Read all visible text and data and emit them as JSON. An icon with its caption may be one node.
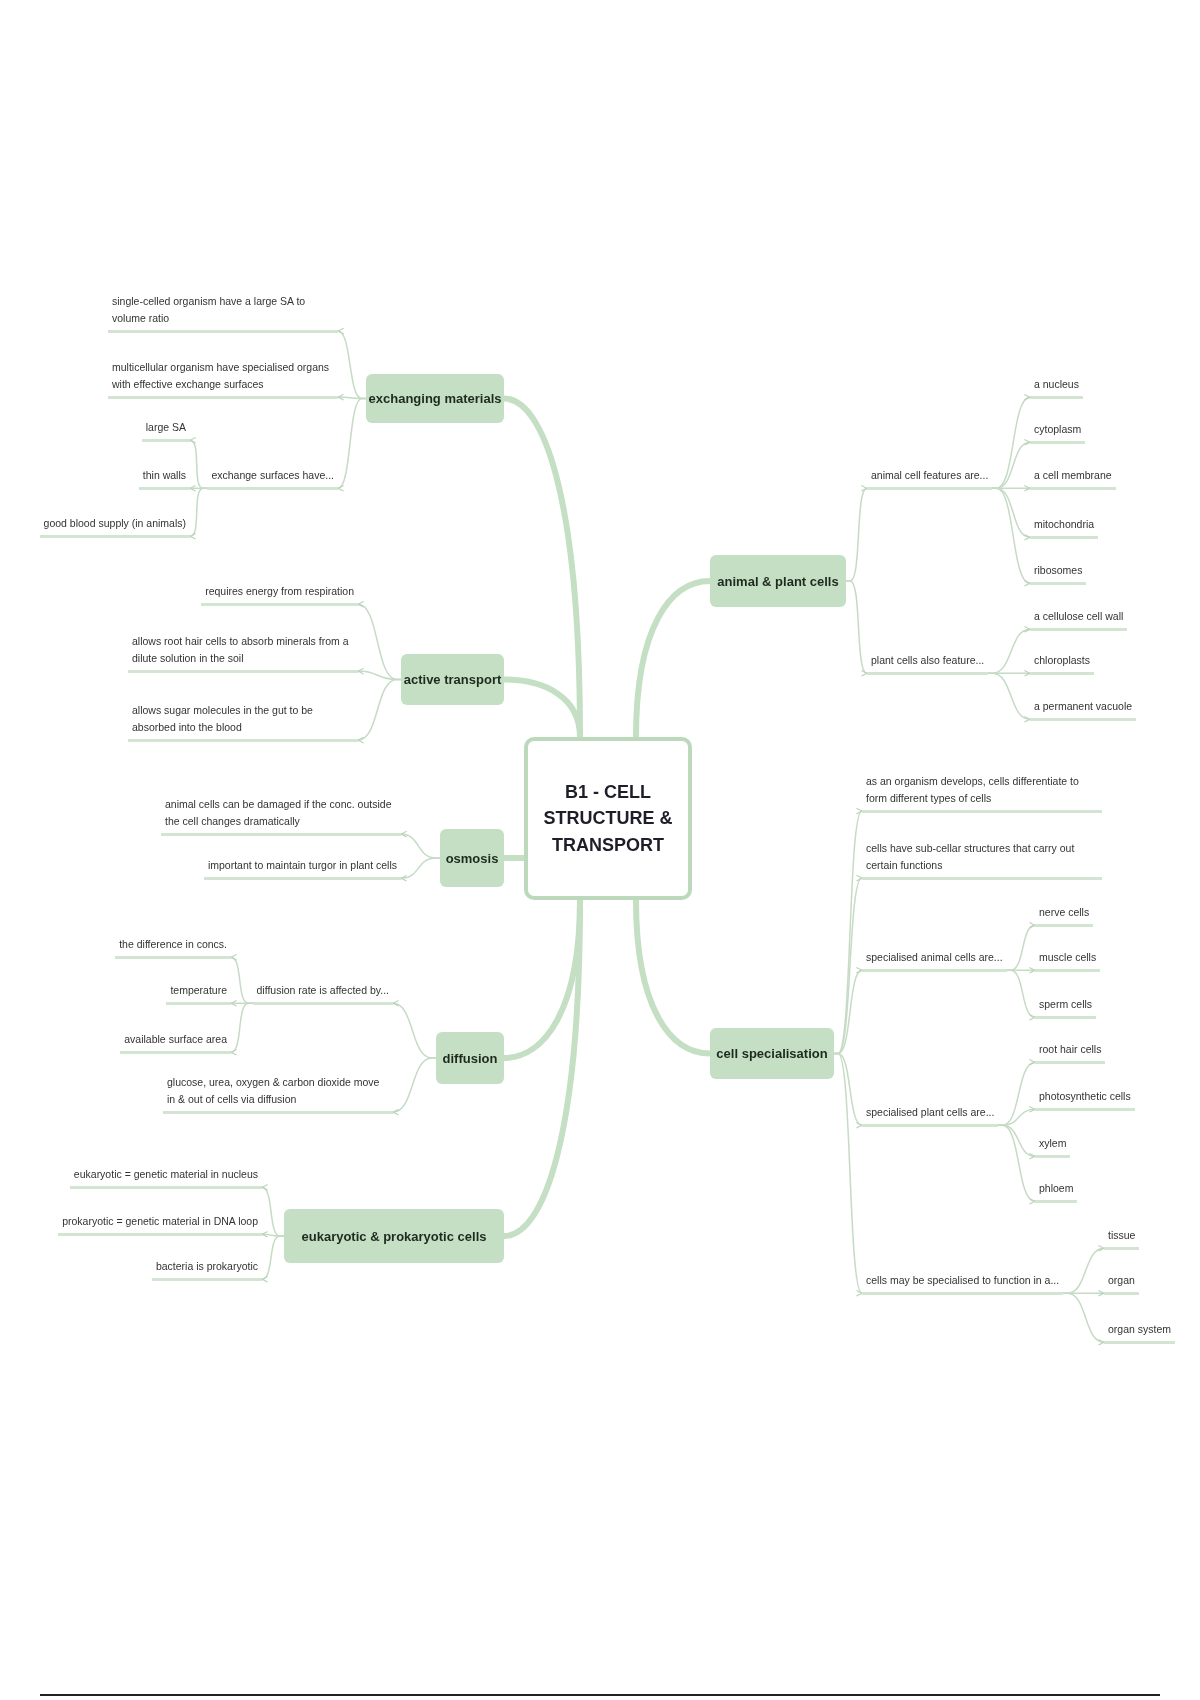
{
  "diagram": {
    "nodes": [
      {
        "text": [
          "B1 - CELL STRUCTURE & TRANSPORT"
        ]
      },
      {
        "text": [
          "exchanging materials"
        ]
      },
      {
        "text": [
          "single-celled organism have a large SA to volume ratio"
        ]
      },
      {
        "text": [
          "multicellular organism have specialised organs with effective exchange surfaces"
        ]
      },
      {
        "text": [
          "exchange surfaces have..."
        ]
      },
      {
        "text": [
          "large SA"
        ]
      },
      {
        "text": [
          "thin walls"
        ]
      },
      {
        "text": [
          "good blood supply (in animals)"
        ]
      },
      {
        "text": [
          "active transport"
        ]
      },
      {
        "text": [
          "requires energy from respiration"
        ]
      },
      {
        "text": [
          "allows root hair cells to absorb minerals from a dilute solution in the soil"
        ]
      },
      {
        "text": [
          "allows sugar molecules in the gut to be absorbed into the blood"
        ]
      },
      {
        "text": [
          "osmosis"
        ]
      },
      {
        "text": [
          "animal cells can be damaged if the conc. outside the cell changes dramatically"
        ]
      },
      {
        "text": [
          "important to maintain turgor in plant cells"
        ]
      },
      {
        "text": [
          "diffusion"
        ]
      },
      {
        "text": [
          "diffusion rate is affected by..."
        ]
      },
      {
        "text": [
          "the difference in concs."
        ]
      },
      {
        "text": [
          "temperature"
        ]
      },
      {
        "text": [
          "available surface area"
        ]
      },
      {
        "text": [
          "glucose, urea, oxygen & carbon dioxide move in & out of cells via diffusion"
        ]
      },
      {
        "text": [
          "eukaryotic & prokaryotic cells"
        ]
      },
      {
        "text": [
          "eukaryotic = genetic material in nucleus"
        ]
      },
      {
        "text": [
          "prokaryotic = genetic material in DNA loop"
        ]
      },
      {
        "text": [
          "bacteria is prokaryotic"
        ]
      },
      {
        "text": [
          "animal & plant cells"
        ]
      },
      {
        "text": [
          "animal cell features are..."
        ]
      },
      {
        "text": [
          "a nucleus"
        ]
      },
      {
        "text": [
          "cytoplasm"
        ]
      },
      {
        "text": [
          "a cell membrane"
        ]
      },
      {
        "text": [
          "mitochondria"
        ]
      },
      {
        "text": [
          "ribosomes"
        ]
      },
      {
        "text": [
          "plant cells also feature..."
        ]
      },
      {
        "text": [
          "a cellulose cell wall"
        ]
      },
      {
        "text": [
          "chloroplasts"
        ]
      },
      {
        "text": [
          "a permanent vacuole"
        ]
      },
      {
        "text": [
          "cell specialisation"
        ]
      },
      {
        "text": [
          "as an organism develops, cells differentiate to form different types of cells"
        ]
      },
      {
        "text": [
          "cells have sub-cellar structures that carry out certain functions"
        ]
      },
      {
        "text": [
          "specialised animal cells are..."
        ]
      },
      {
        "text": [
          "nerve cells"
        ]
      },
      {
        "text": [
          "muscle cells"
        ]
      },
      {
        "text": [
          "sperm cells"
        ]
      },
      {
        "text": [
          "specialised plant cells are..."
        ]
      },
      {
        "text": [
          "root hair cells"
        ]
      },
      {
        "text": [
          "photosynthetic cells"
        ]
      },
      {
        "text": [
          "xylem"
        ]
      },
      {
        "text": [
          "phloem"
        ]
      },
      {
        "text": [
          "cells may be specialised to function in a..."
        ]
      },
      {
        "text": [
          "tissue"
        ]
      },
      {
        "text": [
          "organ"
        ]
      },
      {
        "text": [
          "organ system"
        ]
      }
    ],
    "edges": [
      {
        "from": 0,
        "to": 1,
        "arrow": "none",
        "style": "thick"
      },
      {
        "from": 0,
        "to": 8,
        "arrow": "none",
        "style": "thick"
      },
      {
        "from": 0,
        "to": 12,
        "arrow": "none",
        "style": "thick"
      },
      {
        "from": 0,
        "to": 15,
        "arrow": "none",
        "style": "thick"
      },
      {
        "from": 0,
        "to": 21,
        "arrow": "none",
        "style": "thick"
      },
      {
        "from": 0,
        "to": 25,
        "arrow": "none",
        "style": "thick"
      },
      {
        "from": 0,
        "to": 36,
        "arrow": "none",
        "style": "thick"
      },
      {
        "from": 1,
        "to": 2,
        "arrow": "to"
      },
      {
        "from": 1,
        "to": 3,
        "arrow": "to"
      },
      {
        "from": 1,
        "to": 4,
        "arrow": "to"
      },
      {
        "from": 4,
        "to": 5,
        "arrow": "to"
      },
      {
        "from": 4,
        "to": 6,
        "arrow": "to"
      },
      {
        "from": 4,
        "to": 7,
        "arrow": "to"
      },
      {
        "from": 8,
        "to": 9,
        "arrow": "to"
      },
      {
        "from": 8,
        "to": 10,
        "arrow": "to"
      },
      {
        "from": 8,
        "to": 11,
        "arrow": "to"
      },
      {
        "from": 12,
        "to": 13,
        "arrow": "to"
      },
      {
        "from": 12,
        "to": 14,
        "arrow": "to"
      },
      {
        "from": 15,
        "to": 16,
        "arrow": "to"
      },
      {
        "from": 16,
        "to": 17,
        "arrow": "to"
      },
      {
        "from": 16,
        "to": 18,
        "arrow": "to"
      },
      {
        "from": 16,
        "to": 19,
        "arrow": "to"
      },
      {
        "from": 15,
        "to": 20,
        "arrow": "to"
      },
      {
        "from": 21,
        "to": 22,
        "arrow": "to"
      },
      {
        "from": 21,
        "to": 23,
        "arrow": "to"
      },
      {
        "from": 21,
        "to": 24,
        "arrow": "to"
      },
      {
        "from": 25,
        "to": 26,
        "arrow": "to"
      },
      {
        "from": 26,
        "to": 27,
        "arrow": "to"
      },
      {
        "from": 26,
        "to": 28,
        "arrow": "to"
      },
      {
        "from": 26,
        "to": 29,
        "arrow": "to"
      },
      {
        "from": 26,
        "to": 30,
        "arrow": "to"
      },
      {
        "from": 26,
        "to": 31,
        "arrow": "to"
      },
      {
        "from": 25,
        "to": 32,
        "arrow": "to"
      },
      {
        "from": 32,
        "to": 33,
        "arrow": "to"
      },
      {
        "from": 32,
        "to": 34,
        "arrow": "to"
      },
      {
        "from": 32,
        "to": 35,
        "arrow": "to"
      },
      {
        "from": 36,
        "to": 37,
        "arrow": "to"
      },
      {
        "from": 36,
        "to": 38,
        "arrow": "to"
      },
      {
        "from": 36,
        "to": 39,
        "arrow": "to"
      },
      {
        "from": 39,
        "to": 40,
        "arrow": "to"
      },
      {
        "from": 39,
        "to": 41,
        "arrow": "to"
      },
      {
        "from": 39,
        "to": 42,
        "arrow": "to"
      },
      {
        "from": 36,
        "to": 43,
        "arrow": "to"
      },
      {
        "from": 43,
        "to": 44,
        "arrow": "to"
      },
      {
        "from": 43,
        "to": 45,
        "arrow": "to"
      },
      {
        "from": 43,
        "to": 46,
        "arrow": "to"
      },
      {
        "from": 43,
        "to": 47,
        "arrow": "to"
      },
      {
        "from": 36,
        "to": 48,
        "arrow": "to"
      },
      {
        "from": 48,
        "to": 49,
        "arrow": "to"
      },
      {
        "from": 48,
        "to": 50,
        "arrow": "to"
      },
      {
        "from": 48,
        "to": 51,
        "arrow": "to"
      }
    ]
  }
}
